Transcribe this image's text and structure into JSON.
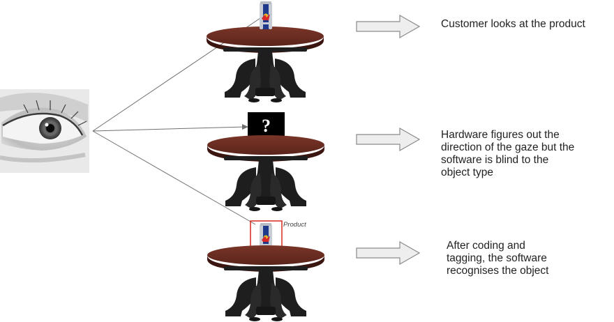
{
  "steps": [
    {
      "caption": "Customer looks at the product"
    },
    {
      "caption": "Hardware figures out the\ndirection of the gaze but the\nsoftware is blind to the\nobject type"
    },
    {
      "caption": "After coding and\ntagging, the software\nrecognises the object"
    }
  ],
  "unknown_marker": "?",
  "detection_label": "Product",
  "icons": {
    "eye": "eye-icon",
    "table": "table-icon",
    "can": "energy-drink-can-icon",
    "arrow": "right-arrow-icon"
  },
  "colors": {
    "table_top": "#6e2c22",
    "table_top_rim": "#4a1a14",
    "table_base": "#1e1e1e",
    "arrow_fill": "#eeeeee",
    "arrow_stroke": "#8a8a8a",
    "gaze_line": "#6f6f6f",
    "detection_box": "#d9362b",
    "question_box": "#000000",
    "can_blue": "#1f3a8a",
    "can_silver": "#c8ccd4",
    "can_red": "#d8262a"
  }
}
